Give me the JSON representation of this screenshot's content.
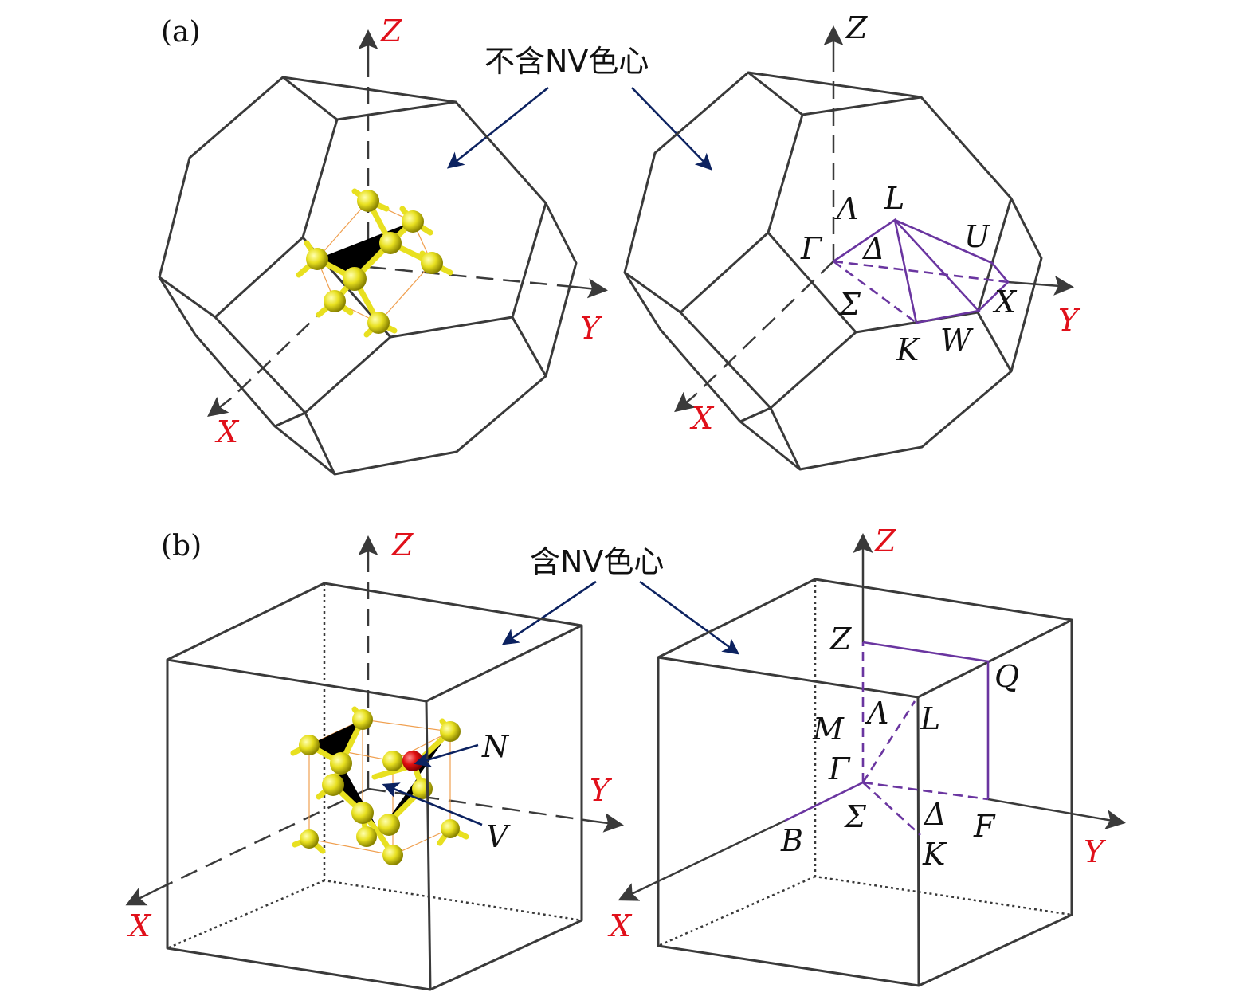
{
  "panels": {
    "a": {
      "label": "(a)",
      "annotation": "不含NV色心",
      "left_axes": {
        "z": "Z",
        "y": "Y",
        "x": "X"
      },
      "right_axes": {
        "z": "Z",
        "y": "Y",
        "x": "X"
      },
      "points": {
        "lambda": "Λ",
        "L": "L",
        "gamma": "Γ",
        "delta": "Δ",
        "U": "U",
        "X": "X",
        "sigma": "Σ",
        "K": "K",
        "W": "W"
      }
    },
    "b": {
      "label": "(b)",
      "annotation": "含NV色心",
      "left_axes": {
        "z": "Z",
        "y": "Y",
        "x": "X"
      },
      "right_axes": {
        "z": "Z",
        "y": "Y",
        "x": "X"
      },
      "defects": {
        "N": "N",
        "V": "V"
      },
      "points": {
        "Z": "Z",
        "Q": "Q",
        "lambda": "Λ",
        "L": "L",
        "M": "M",
        "gamma": "Γ",
        "sigma": "Σ",
        "delta": "Δ",
        "F": "F",
        "B": "B",
        "K": "K"
      }
    }
  },
  "colors": {
    "axis_label": "#e0101a",
    "path": "#6a35a0",
    "atom": "#e8e020",
    "nitrogen": "#e01010",
    "callout": "#0c2260"
  }
}
